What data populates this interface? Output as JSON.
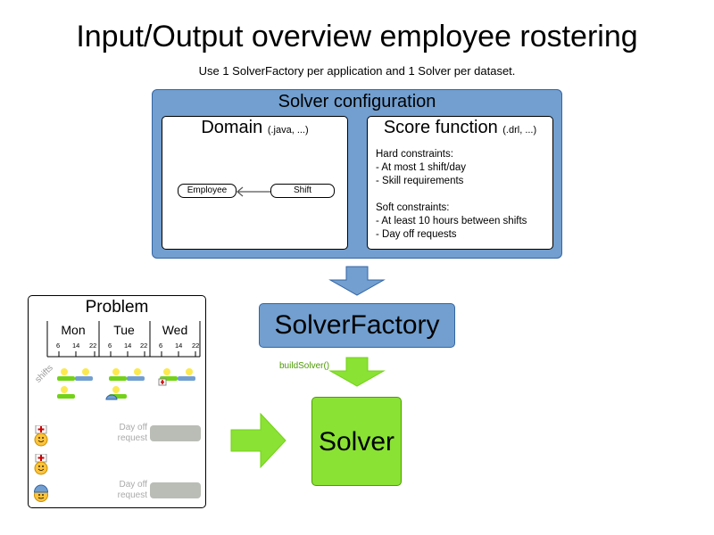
{
  "title": "Input/Output overview employee rostering",
  "subtitle": "Use 1 SolverFactory per application and 1 Solver per dataset.",
  "solver_configuration": {
    "title": "Solver configuration",
    "domain": {
      "title": "Domain",
      "hint": "(.java, ...)",
      "nodes": [
        "Employee",
        "Shift"
      ]
    },
    "score_function": {
      "title": "Score function",
      "hint": "(.drl, ...)",
      "hard_label": "Hard constraints:",
      "hard": [
        "- At most 1 shift/day",
        "- Skill requirements"
      ],
      "soft_label": "Soft constraints:",
      "soft": [
        "- At least 10 hours between shifts",
        "- Day off requests"
      ]
    }
  },
  "problem": {
    "title": "Problem",
    "days": [
      "Mon",
      "Tue",
      "Wed"
    ],
    "hour_ticks": [
      "6",
      "14",
      "22"
    ],
    "shifts_label": "shifts",
    "employees": [
      {
        "icon": "nurse-icon",
        "request": "Day off request"
      },
      {
        "icon": "nurse-icon",
        "request": ""
      },
      {
        "icon": "worker-icon",
        "request": "Day off request"
      }
    ],
    "request_line1": "Day off",
    "request_line2": "request"
  },
  "solver_factory": "SolverFactory",
  "build_label": "buildSolver()",
  "solver": "Solver",
  "colors": {
    "blue": "#729fcf",
    "green": "#8ae234",
    "build_text": "#4e9a06"
  }
}
